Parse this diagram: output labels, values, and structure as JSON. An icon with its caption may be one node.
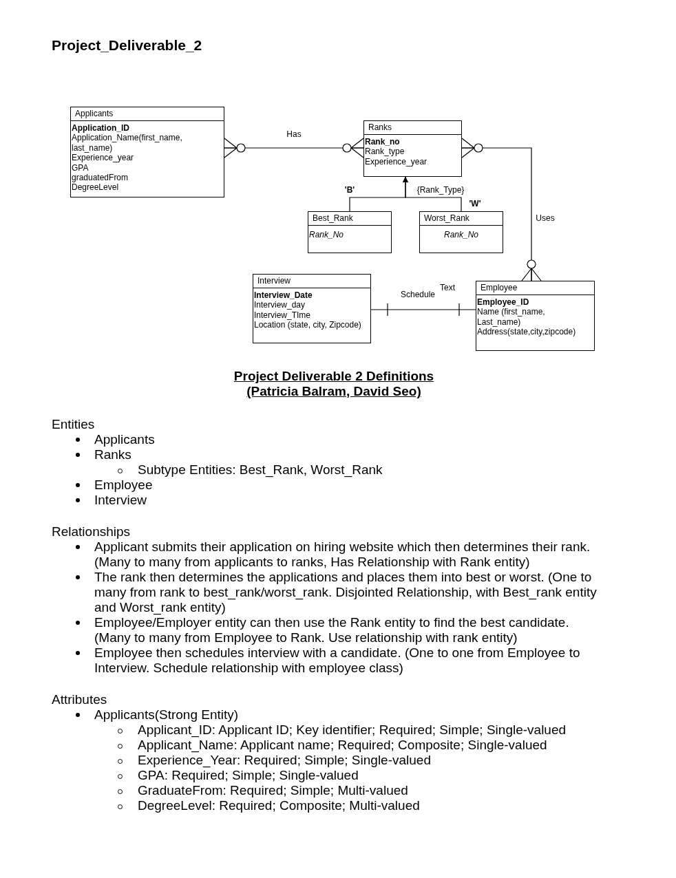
{
  "diagram": {
    "title": "Project_Deliverable_2",
    "nodes": [
      {
        "text": [
          "Applicants",
          "Application_ID",
          "Application_Name(first_name, last_name)",
          "Experience_year",
          "GPA",
          "graduatedFrom",
          "DegreeLevel"
        ]
      },
      {
        "text": [
          "Ranks",
          "Rank_no",
          "Rank_type",
          "Experience_year"
        ]
      },
      {
        "text": [
          "Best_Rank",
          "Rank_No"
        ],
        "beside": [
          "'B'"
        ]
      },
      {
        "text": [
          "Worst_Rank",
          "Rank_No"
        ],
        "beside": [
          "'W'"
        ]
      },
      {
        "text": [
          "Interview",
          "Interview_Date",
          "Interview_day",
          "Interview_TIme",
          "Location (state, city, Zipcode)"
        ]
      },
      {
        "text": [
          "Employee",
          "Employee_ID",
          "Name (first_name, Last_name)",
          "Address(state,city,zipcode)"
        ]
      }
    ],
    "edges": [
      {
        "from": 0,
        "to": 1,
        "arrow": "other",
        "label": "Has"
      },
      {
        "from": 1,
        "to": 5,
        "arrow": "other",
        "label": "Uses"
      },
      {
        "from": 2,
        "to": 1,
        "arrow": "to"
      },
      {
        "from": 3,
        "to": 1,
        "arrow": "to"
      },
      {
        "from": 4,
        "to": 5,
        "arrow": "other",
        "label": "Schedule"
      }
    ],
    "labels": [
      "{Rank_Type}",
      "Text",
      "Project Deliverable 2 Definitions",
      "(Patricia Balram, David Seo)",
      "Entities",
      "Applicants",
      "Ranks",
      "Subtype Entities: Best_Rank, Worst_Rank",
      "Employee",
      "Interview",
      "Relationships",
      "Applicant submits their application on hiring website which then determines their rank. (Many to many from applicants to ranks, Has Relationship with Rank entity)",
      "The rank then determines the applications and places them into best or worst. (One to many from rank to best_rank/worst_rank. Disjointed Relationship, with Best_rank entity and Worst_rank entity)",
      "Employee/Employer entity can then use the Rank entity to find the best candidate. (Many to many from Employee to Rank. Use relationship with rank entity)",
      "Employee then schedules interview with a candidate. (One to one from Employee to Interview. Schedule relationship with employee class)",
      "Attributes",
      "Applicants(Strong Entity)",
      "Applicant_ID: Applicant ID; Key identifier; Required; Simple; Single-valued",
      "Applicant_Name: Applicant name; Required; Composite; Single-valued",
      "Experience_Year: Required; Simple; Single-valued",
      "GPA: Required; Simple; Single-valued",
      "GraduateFrom: Required; Simple; Multi-valued",
      "DegreeLevel: Required; Composite; Multi-valued"
    ]
  }
}
